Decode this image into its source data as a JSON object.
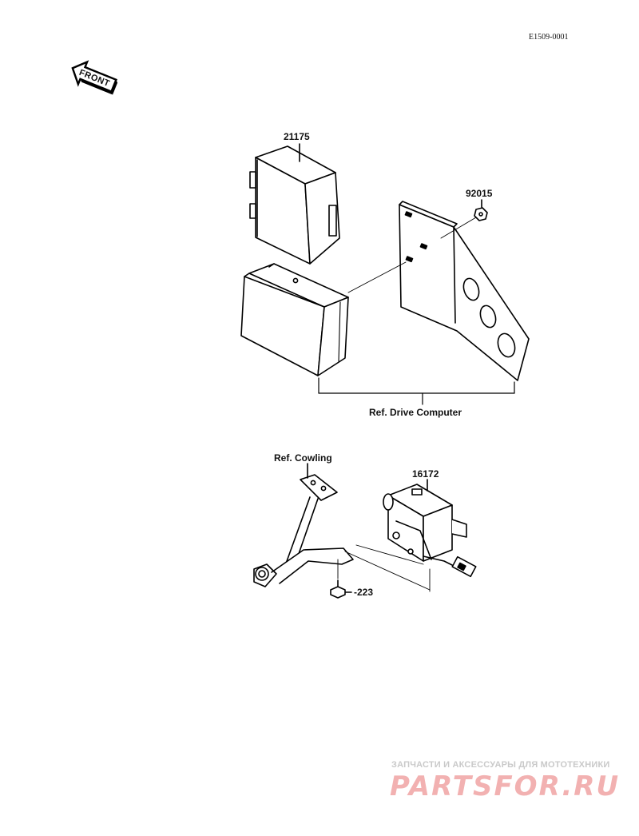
{
  "diagram_code": "E1509-0001",
  "front_arrow": {
    "text": "FRONT",
    "icon": "front-arrow-icon"
  },
  "parts": {
    "drive_computer_unit": "21175",
    "nut": "92015",
    "actuator": "16172",
    "bolt": "223"
  },
  "references": {
    "drive_computer": "Ref. Drive Computer",
    "cowling": "Ref. Cowling"
  },
  "watermark": {
    "tagline": "ЗАПЧАСТИ И АКСЕССУАРЫ ДЛЯ МОТОТЕХНИКИ",
    "brand": "PARTSFOR.RU",
    "color": "#f2b1b1"
  }
}
